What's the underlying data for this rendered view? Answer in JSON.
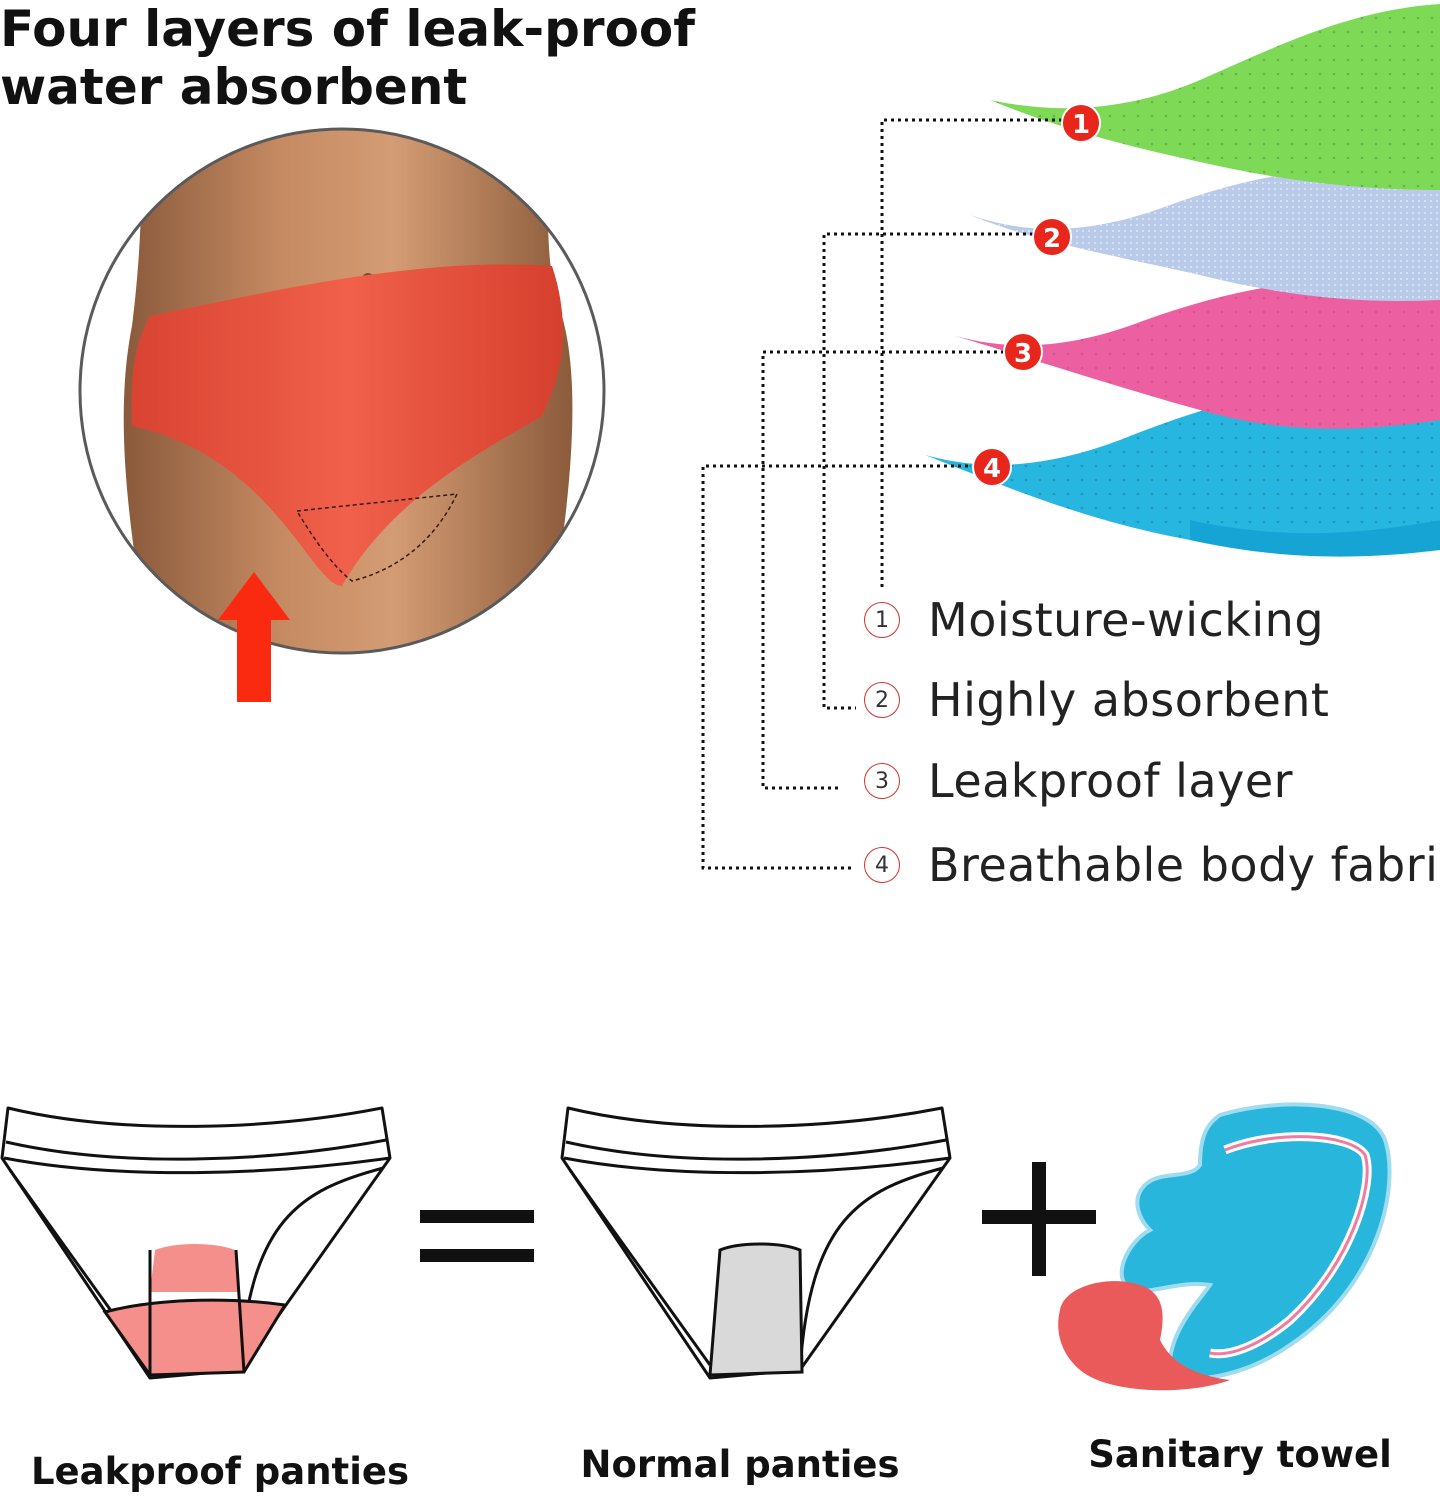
{
  "headline": [
    "Four layers of leak-proof",
    "water absorbent"
  ],
  "layer_markers": [
    "1",
    "2",
    "3",
    "4"
  ],
  "legend": [
    {
      "num": "1",
      "label": "Moisture-wicking"
    },
    {
      "num": "2",
      "label": "Highly absorbent"
    },
    {
      "num": "3",
      "label": "Leakproof layer"
    },
    {
      "num": "4",
      "label": "Breathable body fabric"
    }
  ],
  "comparison": {
    "left_caption": "Leakproof panties",
    "middle_caption": "Normal panties",
    "right_caption": "Sanitary towel",
    "equals_symbol": "=",
    "plus_symbol": "+"
  },
  "colors": {
    "marker_red": "#e8261c",
    "layer1_green": "#7ed957",
    "layer2_blue": "#b9cbe8",
    "layer3_pink": "#ec5fa0",
    "layer4_cyan": "#27b6e0",
    "panty_orange": "#ee5a43",
    "gusset_pink": "#f48f8b",
    "gusset_grey": "#d9d9d9",
    "towel_cyan": "#29b6dc",
    "towel_red": "#ea5a5a"
  },
  "icons": [
    "up-arrow-icon",
    "equals-icon",
    "plus-icon"
  ]
}
